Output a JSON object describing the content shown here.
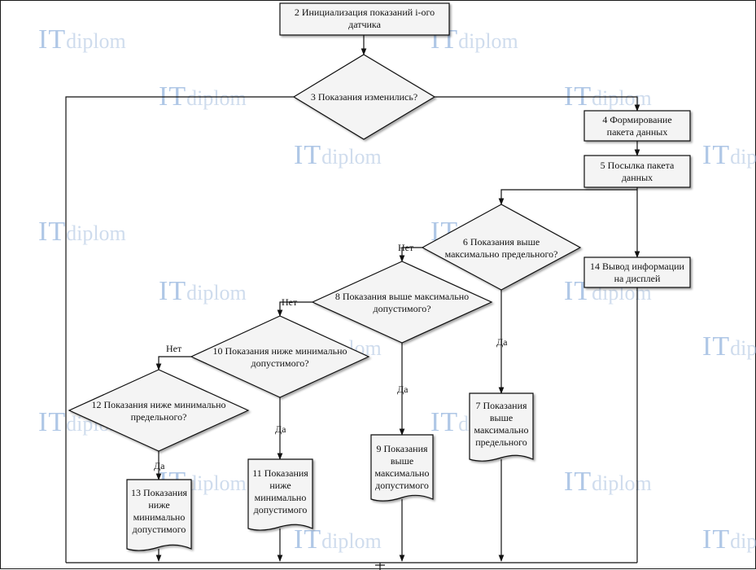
{
  "nodes": {
    "n2": "2 Инициализация показаний i-ого\nдатчика",
    "n3": "3 Показания изменились?",
    "n4": "4 Формирование\nпакета данных",
    "n5": "5 Посылка пакета\nданных",
    "n6": "6 Показания выше\nмаксимально предельного?",
    "n7": "7 Показания\nвыше\nмаксимально\nпредельного",
    "n8": "8 Показания выше максимально\nдопустимого?",
    "n9": "9 Показания\nвыше\nмаксимально\nдопустимого",
    "n10": "10 Показания ниже минимально\nдопустимого?",
    "n11": "11 Показания\nниже\nминимально\nдопустимого",
    "n12": "12 Показания ниже минимально\nпредельного?",
    "n13": "13 Показания\nниже\nминимально\nдопустимого",
    "n14": "14 Вывод информации\nна дисплей"
  },
  "edge_labels": {
    "no": "Нет",
    "yes": "Да"
  },
  "watermark": {
    "it": "IT",
    "diplom": "diplom",
    "color": "#6f9bd3"
  },
  "colors": {
    "shape_fill": "#f4f4f4",
    "line": "#111111"
  }
}
